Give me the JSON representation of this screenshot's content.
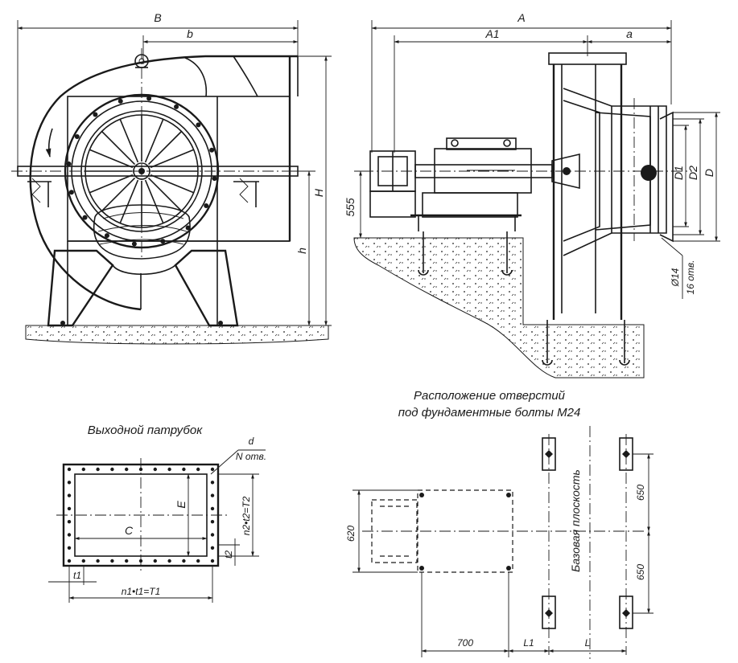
{
  "front_view": {
    "dim_B": "B",
    "dim_b": "b",
    "dim_H": "H",
    "dim_h": "h"
  },
  "side_view": {
    "dim_A": "A",
    "dim_A1": "A1",
    "dim_a": "a",
    "dim_555": "555",
    "dim_D1": "D1",
    "dim_D2": "D2",
    "dim_D": "D",
    "hole_diameter": "Ø14",
    "hole_count": "16 отв."
  },
  "outlet": {
    "title": "Выходной патрубок",
    "dim_d": "d",
    "dim_N": "N отв.",
    "dim_C": "C",
    "dim_E": "E",
    "dim_t1": "t1",
    "dim_t2": "t2",
    "dim_n1t1": "n1•t1=T1",
    "dim_n2t2": "n2•t2=T2"
  },
  "bolts_plan": {
    "title_line1": "Расположение отверстий",
    "title_line2": "под фундаментные болты М24",
    "base_plane": "Базовая плоскость",
    "dim_620": "620",
    "dim_650_top": "650",
    "dim_650_bottom": "650",
    "dim_700": "700",
    "dim_L1": "L1",
    "dim_L": "L"
  }
}
